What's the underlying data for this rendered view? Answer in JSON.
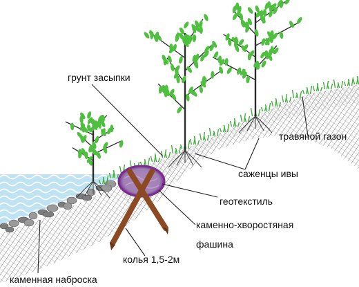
{
  "labels": {
    "backfill": "грунт засыпки",
    "grass": "травяной газон",
    "willow": "саженцы ивы",
    "geotextile": "геотекстиль",
    "fascine_line1": "каменно-хворостяная",
    "fascine_line2": "фашина",
    "stakes": "колья 1,5-2м",
    "riprap": "каменная наброска"
  },
  "colors": {
    "water": "#bfe3f2",
    "water_wave": "#ffffff",
    "soil_hatch": "#555555",
    "grass": "#3fae3a",
    "leaf": "#4fbf3f",
    "trunk": "#2b2b2b",
    "geotextile": "#7a2d8f",
    "stake": "#8b4a22",
    "stone": "#8a8a8a"
  },
  "icons": [
    "willow-tree-icon",
    "grass-tuft-icon",
    "stone-icon",
    "wooden-stake-icon",
    "fascine-bundle-icon"
  ]
}
